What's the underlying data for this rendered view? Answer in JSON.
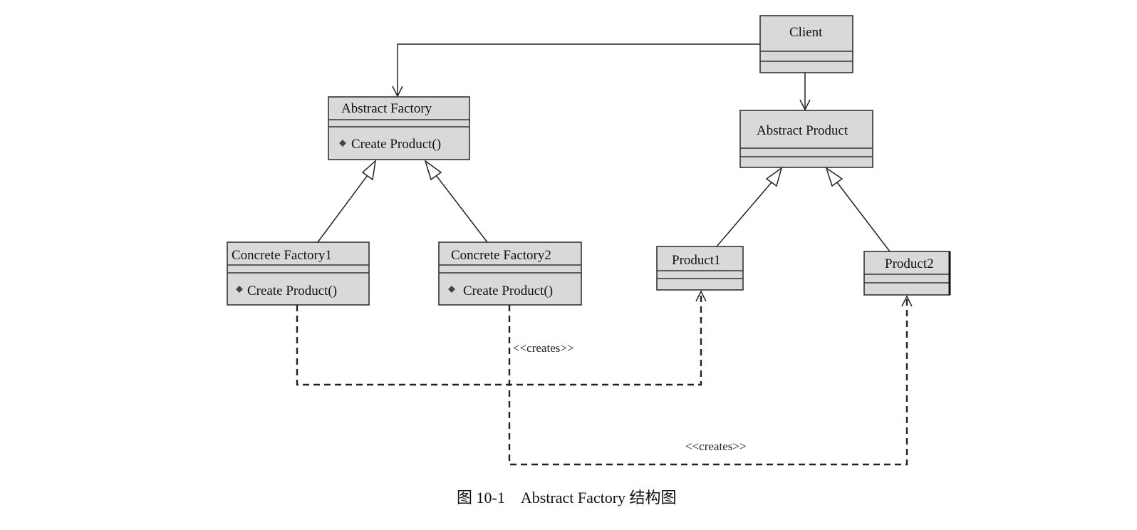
{
  "classes": {
    "client": {
      "name": "Client"
    },
    "abstract_factory": {
      "name": "Abstract Factory",
      "operation": "Create Product()"
    },
    "abstract_product": {
      "name": "Abstract Product"
    },
    "concrete_factory1": {
      "name": "Concrete Factory1",
      "operation": "Create Product()"
    },
    "concrete_factory2": {
      "name": "Concrete Factory2",
      "operation": "Create Product()"
    },
    "product1": {
      "name": "Product1"
    },
    "product2": {
      "name": "Product2"
    }
  },
  "relations": {
    "creates_1": "<<creates>>",
    "creates_2": "<<creates>>"
  },
  "caption": "图 10-1    Abstract Factory 结构图"
}
